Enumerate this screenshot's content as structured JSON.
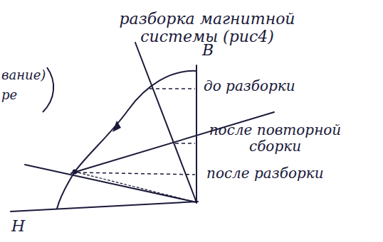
{
  "diagram": {
    "title": "разборка магнитной системы (рис4)",
    "labels": [
      "В",
      "Н",
      "до разборки",
      "после повторной сборки",
      "после разборки",
      "вание)",
      "ре"
    ]
  }
}
